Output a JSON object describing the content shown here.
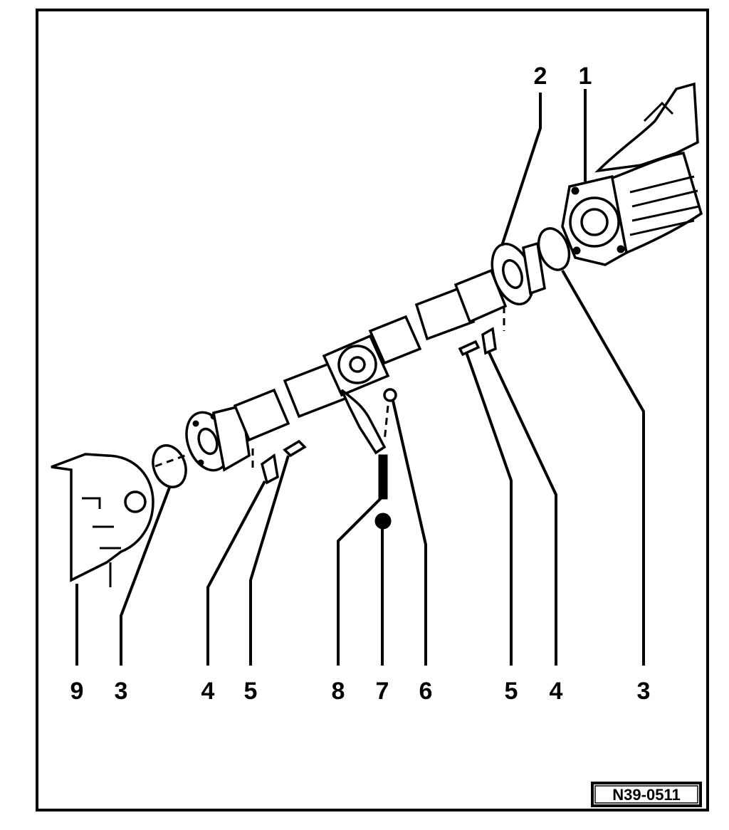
{
  "diagram": {
    "reference_code": "N39-0511",
    "callouts": {
      "top": [
        "2",
        "1"
      ],
      "bottom": [
        "9",
        "3",
        "4",
        "5",
        "8",
        "7",
        "6",
        "5",
        "4",
        "3"
      ]
    }
  },
  "colors": {
    "ink": "#000000",
    "paper": "#ffffff"
  }
}
